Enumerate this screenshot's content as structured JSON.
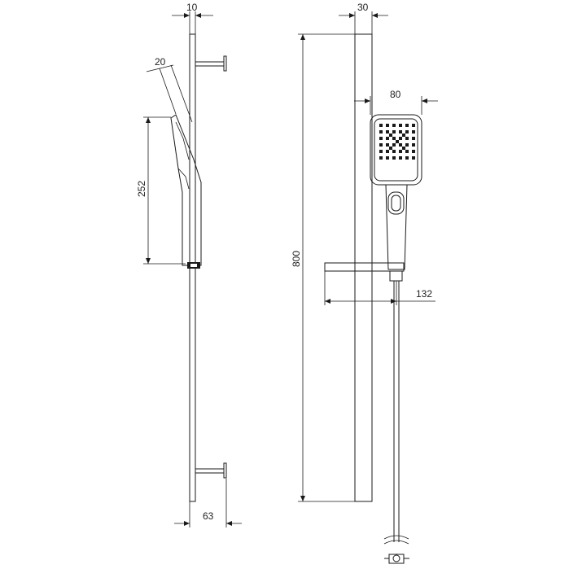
{
  "dimensions": {
    "bar_thickness": "10",
    "bar_width": "30",
    "head_tilt": "20",
    "head_width": "80",
    "handshower_length": "252",
    "rail_height": "800",
    "holder_projection": "132",
    "bracket_depth": "63"
  },
  "colors": {
    "line": "#1a1a1a",
    "background": "#ffffff"
  },
  "icons": {
    "spray_nozzle": "dot-grid"
  }
}
